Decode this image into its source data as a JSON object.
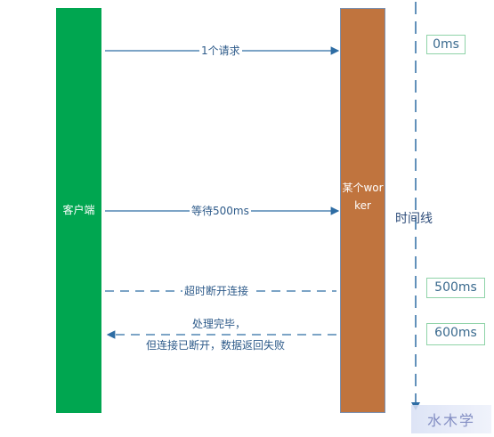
{
  "client": {
    "label": "客户端"
  },
  "worker": {
    "label": "某个worker"
  },
  "messages": {
    "request": "1个请求",
    "wait": "等待500ms",
    "timeout": "超时断开连接",
    "done_line1": "处理完毕，",
    "done_line2": "但连接已断开，数据返回失败"
  },
  "timeline": {
    "label": "时间线",
    "marks": [
      "0ms",
      "500ms",
      "600ms"
    ]
  },
  "watermark": {
    "text": "水木学"
  },
  "colors": {
    "client": "#00a650",
    "worker": "#c0743e",
    "arrow": "#2e6da4",
    "box_border": "#8fd3a8"
  }
}
